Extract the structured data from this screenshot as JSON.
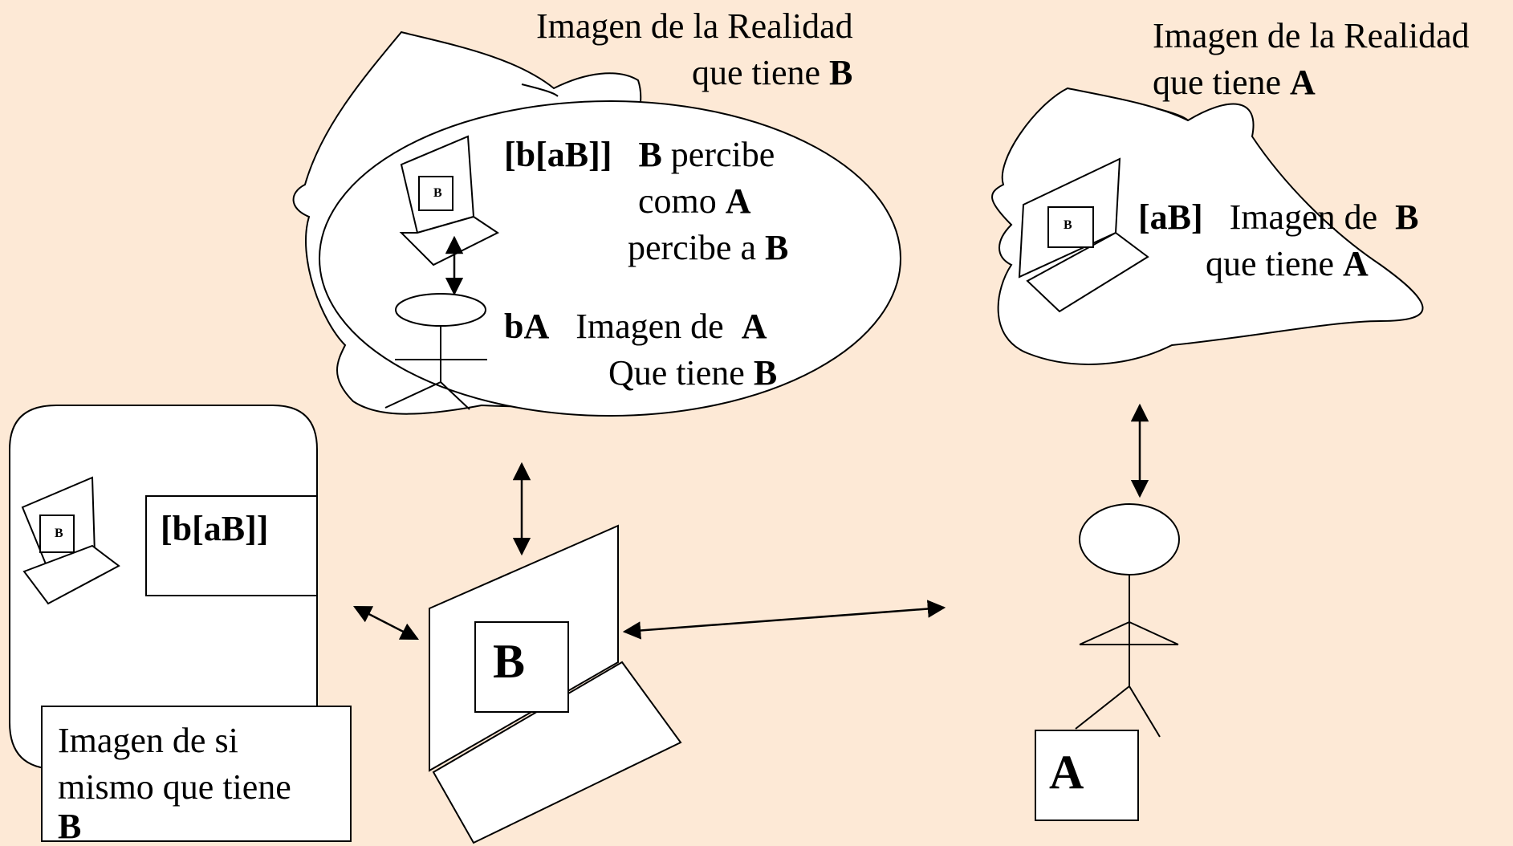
{
  "colors": {
    "background": "#fde9d6",
    "ink": "#000000",
    "fill": "#ffffff"
  },
  "b_reality": {
    "title_line1": "Imagen de la Realidad",
    "title_line2": "que tiene",
    "title_strong": "B",
    "mini_laptop_letter": "B",
    "meta_label": "[b[aB]]",
    "meta_actor": "B",
    "meta_line1_rest": "percibe",
    "meta_line2": "como",
    "meta_line2_strong": "A",
    "meta_line3": "percibe a",
    "meta_line3_strong": "B",
    "ba_label": "bA",
    "ba_line1": "Imagen  de",
    "ba_line1_strong": "A",
    "ba_line2": "Que tiene",
    "ba_line2_strong": "B"
  },
  "a_reality": {
    "title_line1": "Imagen de la Realidad",
    "title_line2": "que tiene",
    "title_strong": "A",
    "mini_laptop_letter": "B",
    "ab_label": "[aB]",
    "ab_line1": "Imagen  de",
    "ab_line1_strong": "B",
    "ab_line2": "que tiene",
    "ab_line2_strong": "A"
  },
  "self_image": {
    "mini_laptop_letter": "B",
    "label": "[b[aB]]",
    "caption_line1": "Imagen de si",
    "caption_line2": "mismo que tiene",
    "caption_strong": "B"
  },
  "entities": {
    "laptop_letter": "B",
    "person_letter": "A"
  }
}
